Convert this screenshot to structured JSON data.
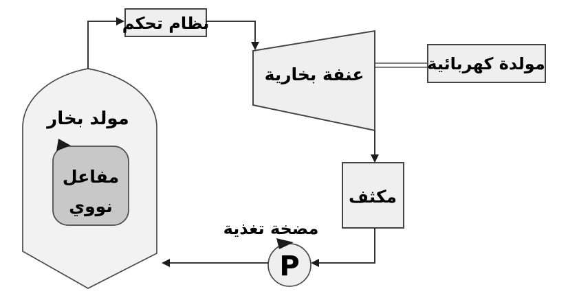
{
  "diagram": {
    "description": "Nuclear power plant flow schematic (Arabic labels)",
    "colors": {
      "background": "#ffffff",
      "vessel_fill": "#f2f2f2",
      "reactor_fill": "#c8c8c8",
      "box_fill": "#efefef",
      "turbine_fill": "#efefef",
      "pump_fill": "#efefef",
      "stroke": "#444444",
      "line": "#1c1c1c"
    },
    "nodes": {
      "control_system": {
        "label": "نظام تحكم"
      },
      "steam_generator": {
        "label": "مولد بخار"
      },
      "nuclear_reactor": {
        "label_line1": "مفاعل",
        "label_line2": "نووي"
      },
      "steam_turbine": {
        "label": "عنفة بخارية"
      },
      "electric_generator": {
        "label": "مولدة كهربائية"
      },
      "condenser": {
        "label": "مكثف"
      },
      "feed_pump": {
        "label": "مضخة تغذية",
        "symbol": "P"
      }
    }
  }
}
